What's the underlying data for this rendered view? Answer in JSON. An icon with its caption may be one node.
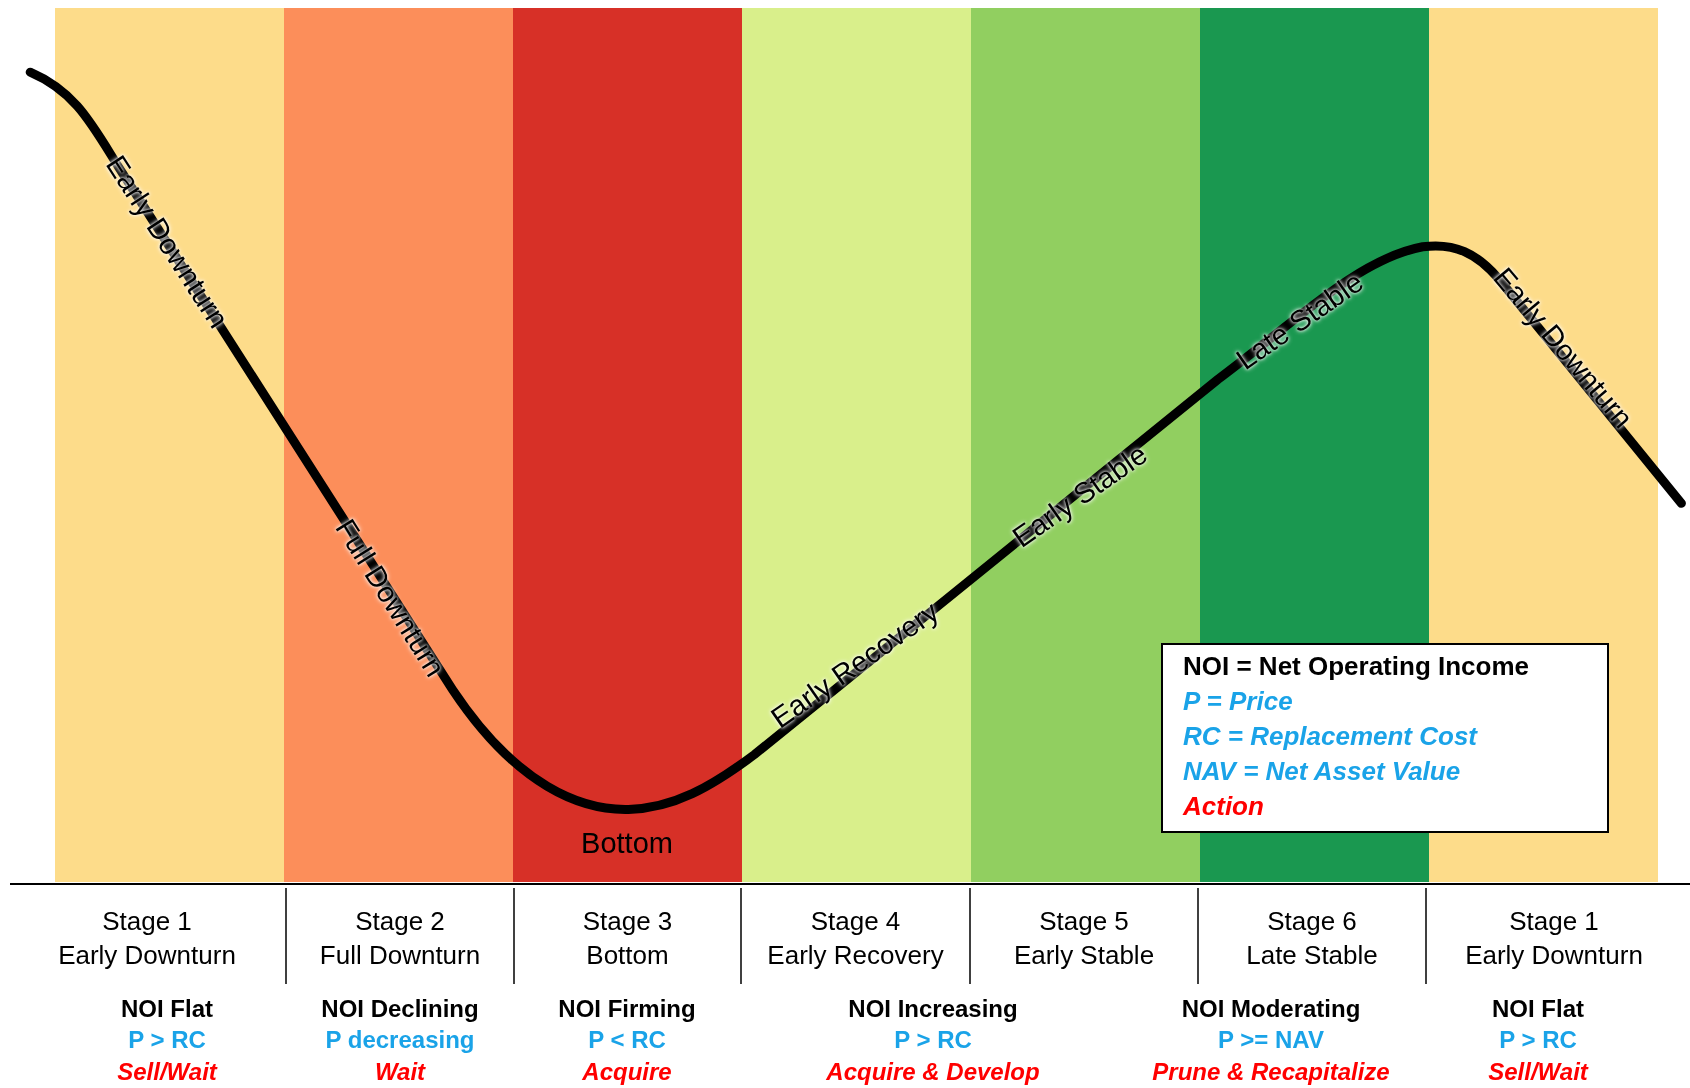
{
  "diagram": {
    "nodes": [
      {
        "text": [
          "Stage 1",
          "Early Downturn"
        ]
      },
      {
        "text": [
          "Stage 2",
          "Full Downturn"
        ]
      },
      {
        "text": [
          "Stage 3",
          "Bottom"
        ]
      },
      {
        "text": [
          "Stage 4",
          "Early Recovery"
        ]
      },
      {
        "text": [
          "Stage 5",
          "Early Stable"
        ]
      },
      {
        "text": [
          "Stage 6",
          "Late Stable"
        ]
      },
      {
        "text": [
          "Stage 1",
          "Early Downturn"
        ]
      }
    ],
    "edges": [],
    "labels": [
      "Early Downturn",
      "Full Downturn",
      "Early Recovery",
      "Early Stable",
      "Late Stable",
      "Early Downturn",
      "Bottom",
      "NOI = Net Operating Income",
      "P = Price",
      "RC = Replacement Cost",
      "NAV = Net Asset Value",
      "Action",
      "NOI Flat",
      "P > RC",
      "Sell/Wait",
      "NOI Declining",
      "P decreasing",
      "Wait",
      "NOI Firming",
      "P < RC",
      "Acquire",
      "NOI Increasing",
      "P > RC",
      "Acquire & Develop",
      "NOI Moderating",
      "P >= NAV",
      "Prune & Recapitalize",
      "NOI Flat",
      "P > RC",
      "Sell/Wait"
    ]
  }
}
